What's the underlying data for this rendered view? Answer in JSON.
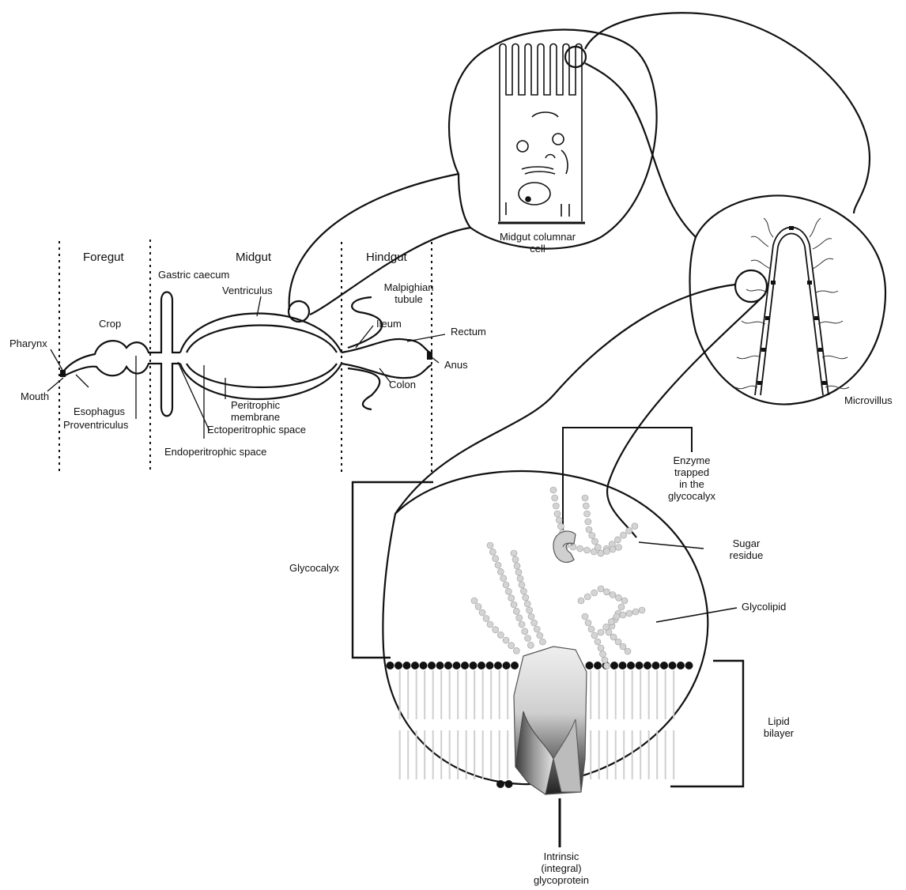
{
  "labels": {
    "foregut": "Foregut",
    "midgut": "Midgut",
    "hindgut": "Hindgut",
    "gastric_caecum": "Gastric caecum",
    "ventriculus": "Ventriculus",
    "malpighian_tubule": "Malpighian\ntubule",
    "crop": "Crop",
    "ileum": "Ileum",
    "rectum": "Rectum",
    "pharynx": "Pharynx",
    "anus": "Anus",
    "colon": "Colon",
    "mouth": "Mouth",
    "esophagus": "Esophagus",
    "proventriculus": "Proventriculus",
    "peritrophic_membrane": "Peritrophic\nmembrane",
    "ectoperitrophic_space": "Ectoperitrophic space",
    "endoperitrophic_space": "Endoperitrophic space",
    "midgut_columnar_cell": "Midgut columnar\ncell",
    "microvillus": "Microvillus",
    "enzyme": "Enzyme\ntrapped\nin the\nglycocalyx",
    "sugar_residue": "Sugar\nresidue",
    "glycolipid": "Glycolipid",
    "glycocalyx": "Glycocalyx",
    "lipid_bilayer": "Lipid\nbilayer",
    "glycoprotein": "Intrinsic\n(integral)\nglycoprotein"
  },
  "colors": {
    "ink": "#111111",
    "bead": "#d4d4d4",
    "protein_light": "#e6e6e6",
    "protein_dark": "#2a2a2a"
  }
}
